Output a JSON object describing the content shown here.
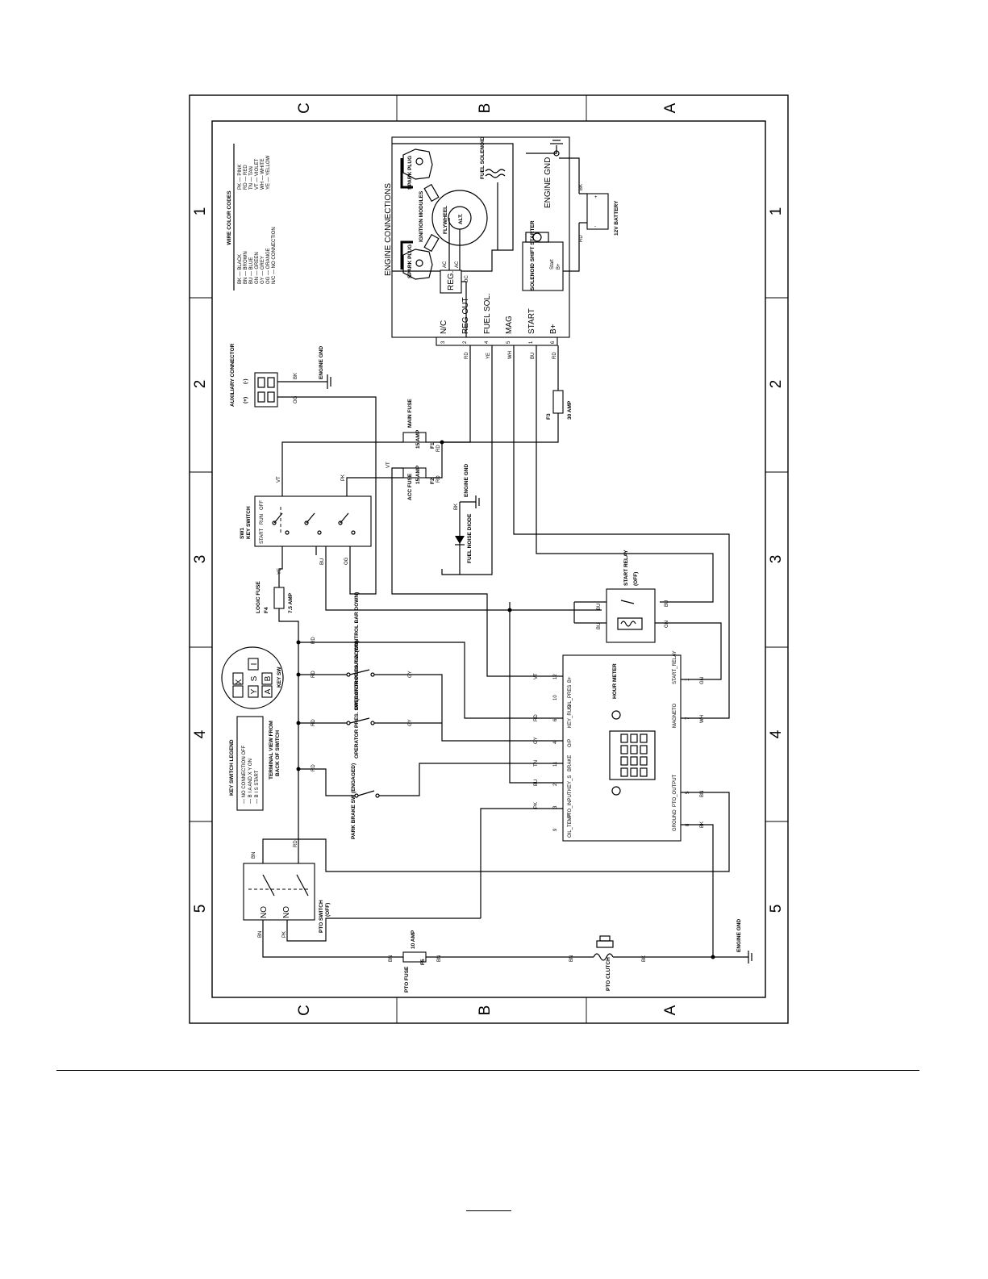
{
  "zones": {
    "letters": [
      "C",
      "B",
      "A"
    ],
    "numbers": [
      "1",
      "2",
      "3",
      "4",
      "5"
    ]
  },
  "legend": {
    "title": "WIRE COLOR CODES",
    "left": [
      "BK — BLACK",
      "BN — BROWN",
      "BU — BLUE",
      "GN — GREEN",
      "GY — GREY",
      "OG — ORANGE",
      "N/C — NO CONNECTION"
    ],
    "right": [
      "PK — PINK",
      "RD — RED",
      "TN — TAN",
      "VT — VIOLET",
      "WH — WHITE",
      "YE — YELLOW"
    ]
  },
  "key_legend": {
    "title": "KEY SWITCH LEGEND",
    "rows": [
      "— NO CONNECTION   OFF",
      "— B I A AND X Y   ON",
      "— B I S   START"
    ],
    "note1": "TERMINAL VIEW FROM",
    "note2": "BACK OF SWITCH"
  },
  "key_terminals": {
    "letters": [
      "X",
      "I",
      "S",
      "B",
      "Y",
      "A"
    ],
    "label": "KEY SW"
  },
  "engine": {
    "title": "ENGINE CONNECTIONS",
    "spark_plug": "SPARK PLUG",
    "ignition": "IGNITION MODULES",
    "flywheel": "FLYWHEEL",
    "alt": "ALT.",
    "reg": "REG.",
    "ac": "AC",
    "dc": "DC",
    "fuel_solenoid": "FUEL SOLENOID",
    "engine_gnd": "ENGINE GND",
    "solenoid": "SOLENOID SHIFT STARTER",
    "start": "Start",
    "bplus": "B+",
    "battery": "12V BATTERY",
    "terminals": [
      {
        "pin": "3",
        "name": "N/C"
      },
      {
        "pin": "2",
        "name": "REG OUT"
      },
      {
        "pin": "4",
        "name": "FUEL SOL."
      },
      {
        "pin": "5",
        "name": "MAG"
      },
      {
        "pin": "1",
        "name": "START"
      },
      {
        "pin": "6",
        "name": "B+"
      }
    ]
  },
  "wires": {
    "rd": "RD",
    "ye": "YE",
    "wh": "WH",
    "bu": "BU",
    "bk": "BK",
    "og": "OG",
    "vt": "VT",
    "pk": "PK",
    "gy": "GY",
    "gn": "GN",
    "bn": "BN",
    "tn": "TN"
  },
  "components": {
    "aux": "AUXILIARY CONNECTOR",
    "aux_pos": "(+)",
    "aux_neg": "(-)",
    "engine_gnd": "ENGINE GND",
    "main_fuse": "MAIN FUSE",
    "main_amp": "15 AMP",
    "acc_fuse": "ACC FUSE",
    "acc_amp": "15 AMP",
    "f3": "F3",
    "f3_amp": "30 AMP",
    "f1": "F1",
    "f2": "F2",
    "logic_fuse": "LOGIC FUSE",
    "f4": "F4",
    "logic_amp": "7.5 AMP",
    "sw1": "SW1",
    "key_switch": "KEY SWITCH",
    "sw_start": "START",
    "sw_run": "RUN",
    "sw_off": "OFF",
    "diode": "FUEL NOISE DIODE",
    "start_relay": "START RELAY",
    "off": "(OFF)",
    "op_sw1": "OPERATOR PRES. SW (CONTROL BAR DOWN)",
    "op_sw2": "OPERATOR PRES. SW (CONTROL BAR DOWN)",
    "park": "PARK BRAKE SW (ENGAGED)",
    "pto_switch": "PTO SWITCH",
    "no": "NO",
    "pto_fuse": "PTO FUSE",
    "f5": "F5",
    "pto_amp": "10 AMP",
    "pto_clutch": "PTO CLUTCH",
    "hour_meter": "HOUR METER"
  },
  "hour_meter_pins": {
    "left": [
      {
        "pin": "12",
        "name": "B+"
      },
      {
        "pin": "10",
        "name": "OIL_PRES"
      },
      {
        "pin": "6",
        "name": "KEY_RUN"
      },
      {
        "pin": "4",
        "name": "O/P"
      },
      {
        "pin": "11",
        "name": "BRAKE"
      },
      {
        "pin": "2",
        "name": "KEY_S"
      },
      {
        "pin": "3",
        "name": "PTO_INPUT"
      },
      {
        "pin": "9",
        "name": "OIL_TEMP"
      }
    ],
    "right": [
      {
        "pin": "1",
        "name": "START_RELAY"
      },
      {
        "pin": "7",
        "name": "MAGNETO"
      },
      {
        "pin": "5",
        "name": "PTO_OUTPUT"
      },
      {
        "pin": "8",
        "name": "GROUND"
      }
    ]
  }
}
